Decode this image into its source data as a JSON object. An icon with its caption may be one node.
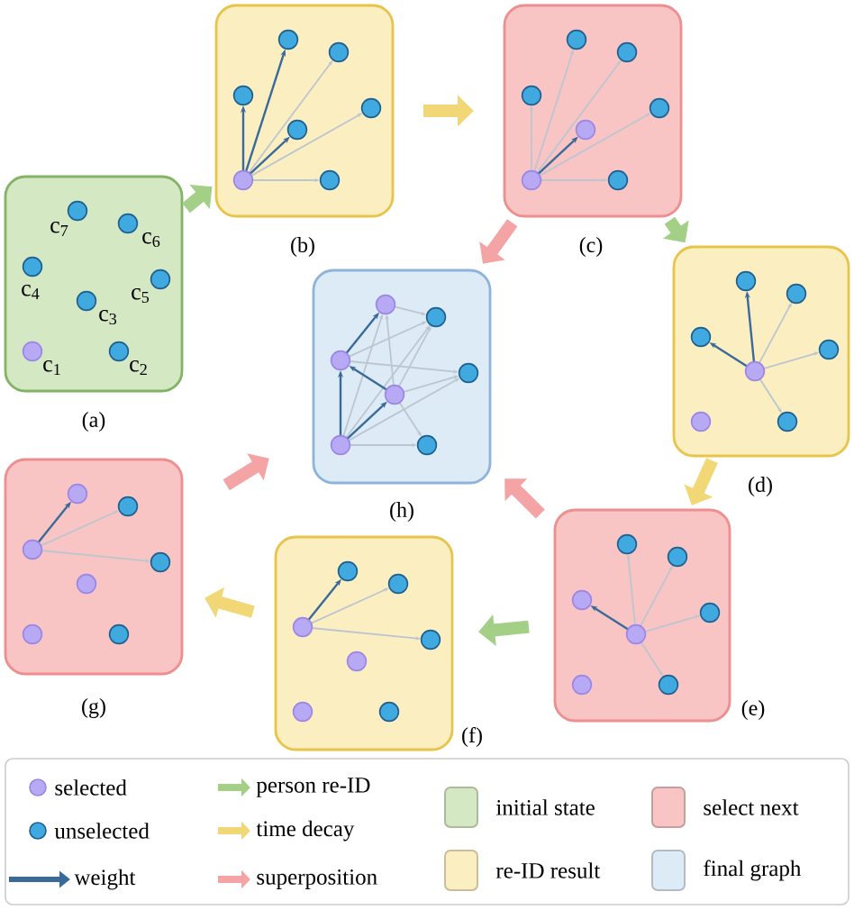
{
  "diagram": {
    "nodes": [
      {
        "text": [],
        "shape": "box",
        "beside": [
          "(a)"
        ]
      },
      {
        "text": [],
        "shape": "box",
        "beside": [
          "(b)"
        ]
      },
      {
        "text": [],
        "shape": "box",
        "beside": [
          "(c)"
        ]
      },
      {
        "text": [],
        "shape": "box",
        "beside": [
          "(d)"
        ]
      },
      {
        "text": [],
        "shape": "box",
        "beside": [
          "(e)"
        ]
      },
      {
        "text": [],
        "shape": "box",
        "beside": [
          "(f)"
        ]
      },
      {
        "text": [],
        "shape": "box",
        "beside": [
          "(g)"
        ]
      },
      {
        "text": [],
        "shape": "box",
        "beside": [
          "(h)"
        ]
      }
    ],
    "edges": [
      {
        "from": 0,
        "to": 1,
        "arrow": "to",
        "color": "#a3cf86"
      },
      {
        "from": 1,
        "to": 2,
        "arrow": "to",
        "color": "#f2d777"
      },
      {
        "from": 2,
        "to": 3,
        "arrow": "to",
        "color": "#a3cf86"
      },
      {
        "from": 3,
        "to": 4,
        "arrow": "to",
        "color": "#f2d777"
      },
      {
        "from": 4,
        "to": 5,
        "arrow": "to",
        "color": "#a3cf86"
      },
      {
        "from": 5,
        "to": 6,
        "arrow": "to",
        "color": "#f2d777"
      },
      {
        "from": 2,
        "to": 7,
        "arrow": "to",
        "color": "#f4a4a4"
      },
      {
        "from": 4,
        "to": 7,
        "arrow": "to",
        "color": "#f4a4a4"
      },
      {
        "from": 6,
        "to": 7,
        "arrow": "to",
        "color": "#f4a4a4"
      }
    ],
    "labels": [
      "c$_{7}$",
      "c$_{6}$",
      "c$_{4}$",
      "c$_{5}$",
      "c$_{3}$",
      "c$_{1}$",
      "c$_{2}$"
    ],
    "legend": [
      {
        "text": "selected"
      },
      {
        "text": "unselected"
      },
      {
        "text": "weight"
      },
      {
        "text": "person re-ID"
      },
      {
        "text": "time decay"
      },
      {
        "text": "superposition"
      },
      {
        "text": "initial state",
        "color": "#d5e8c4"
      },
      {
        "text": "re-ID result",
        "color": "#fbeec1"
      },
      {
        "text": "select next",
        "color": "#f9c4c4"
      },
      {
        "text": "final graph",
        "color": "#ddebf7"
      }
    ]
  }
}
